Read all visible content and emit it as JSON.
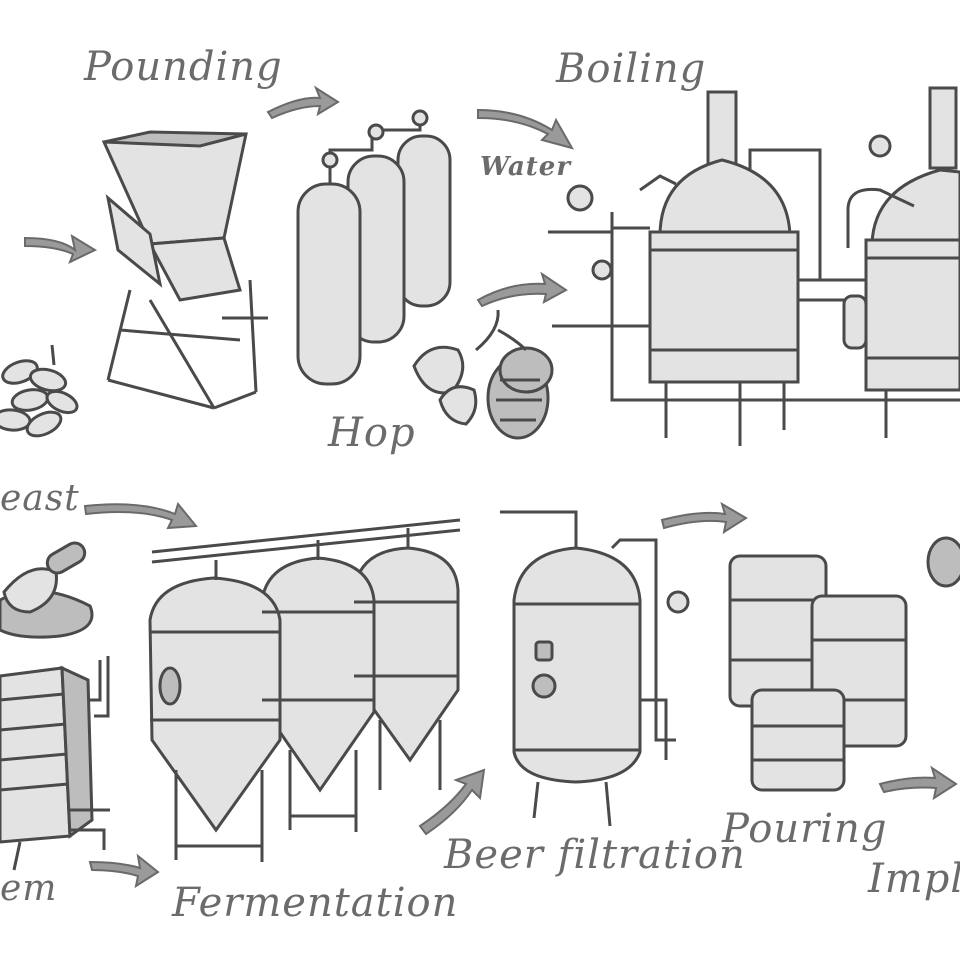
{
  "labels": {
    "pounding": "Pounding",
    "boiling": "Boiling",
    "water": "Water",
    "hop": "Hop",
    "yeast": "east",
    "fermentation": "Fermentation",
    "beer_filtration": "Beer filtration",
    "pouring": "Pouring",
    "implementation": "Impl",
    "system": "em"
  },
  "colors": {
    "ink": "#4a4a4a",
    "label": "#6b6b6b",
    "shade": "#e3e3e3",
    "background": "#ffffff"
  },
  "icons": [
    "malt-grains-icon",
    "grain-mill-icon",
    "gas-cylinders-icon",
    "hop-cones-icon",
    "brew-kettles-icon",
    "yeast-scoop-icon",
    "heat-exchanger-icon",
    "fermentation-tanks-icon",
    "filtration-tank-icon",
    "kegs-icon",
    "flow-arrow-icon"
  ]
}
